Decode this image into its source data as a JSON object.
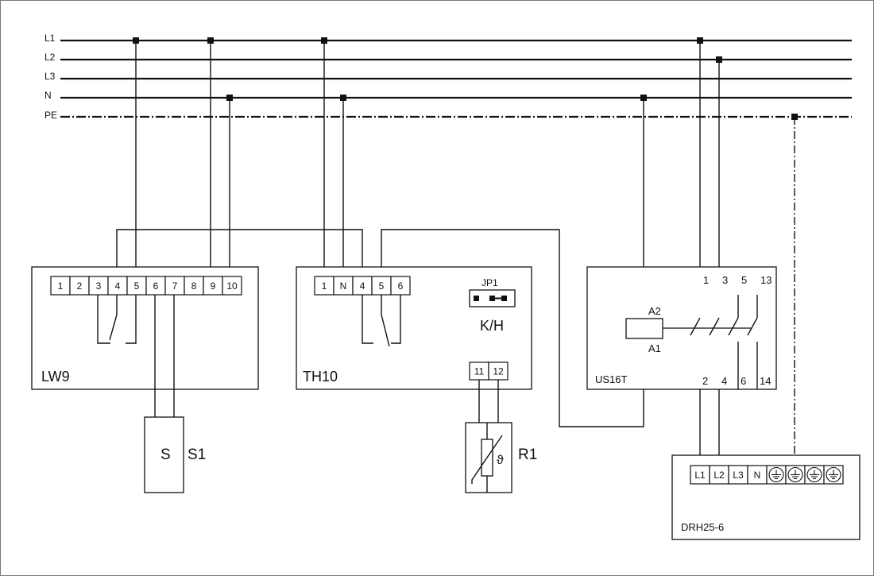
{
  "bus": {
    "lines": [
      {
        "label": "L1"
      },
      {
        "label": "L2"
      },
      {
        "label": "L3"
      },
      {
        "label": "N"
      },
      {
        "label": "PE"
      }
    ]
  },
  "lw9": {
    "name": "LW9",
    "terminals": [
      "1",
      "2",
      "3",
      "4",
      "5",
      "6",
      "7",
      "8",
      "9",
      "10"
    ]
  },
  "sensor": {
    "symbol": "S",
    "name": "S1"
  },
  "th10": {
    "name": "TH10",
    "terminals": [
      "1",
      "N",
      "4",
      "5",
      "6"
    ],
    "jumper_label": "JP1",
    "mode_label": "K/H",
    "sensor_terminals": [
      "11",
      "12"
    ]
  },
  "r1": {
    "name": "R1"
  },
  "us16t": {
    "name": "US16T",
    "coil_top": "A2",
    "coil_bottom": "A1",
    "top_terminals": [
      "1",
      "3",
      "5",
      "13"
    ],
    "bottom_terminals": [
      "2",
      "4",
      "6",
      "14"
    ]
  },
  "drh": {
    "name": "DRH25-6",
    "terminals": [
      "L1",
      "L2",
      "L3",
      "N"
    ],
    "earth_icon": "protective-earth-icon",
    "earth_count": 4
  }
}
